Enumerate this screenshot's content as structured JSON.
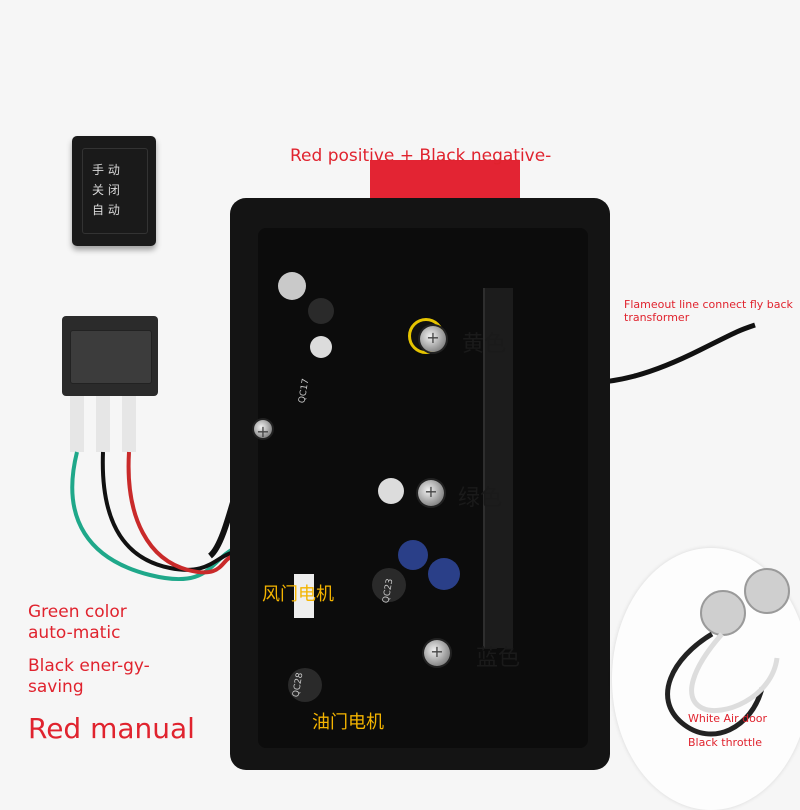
{
  "switch_cover": {
    "row1": "手 动",
    "row2": "关 闭",
    "row3": "自 动"
  },
  "labels": {
    "battery": "Red positive + Black negative-",
    "flameout": "Flameout line connect fly back transformer",
    "yellow_cn": "黄色",
    "green_cn": "绿色",
    "blue_cn": "蓝色",
    "air_motor_cn": "风门电机",
    "oil_motor_cn": "油门电机",
    "green_auto": "Green color auto-matic",
    "black_energy": "Black ener-gy-saving",
    "red_manual": "Red manual",
    "white_air": "White Air door",
    "black_throttle": "Black throttle"
  },
  "component_marks": {
    "c1": "QC17",
    "c2": "QC23",
    "c3": "QC28"
  },
  "colors": {
    "label_red": "#e0232e",
    "label_cn": "#1a1a1a",
    "label_motor": "#f4b400",
    "connector_red": "#e32433"
  }
}
